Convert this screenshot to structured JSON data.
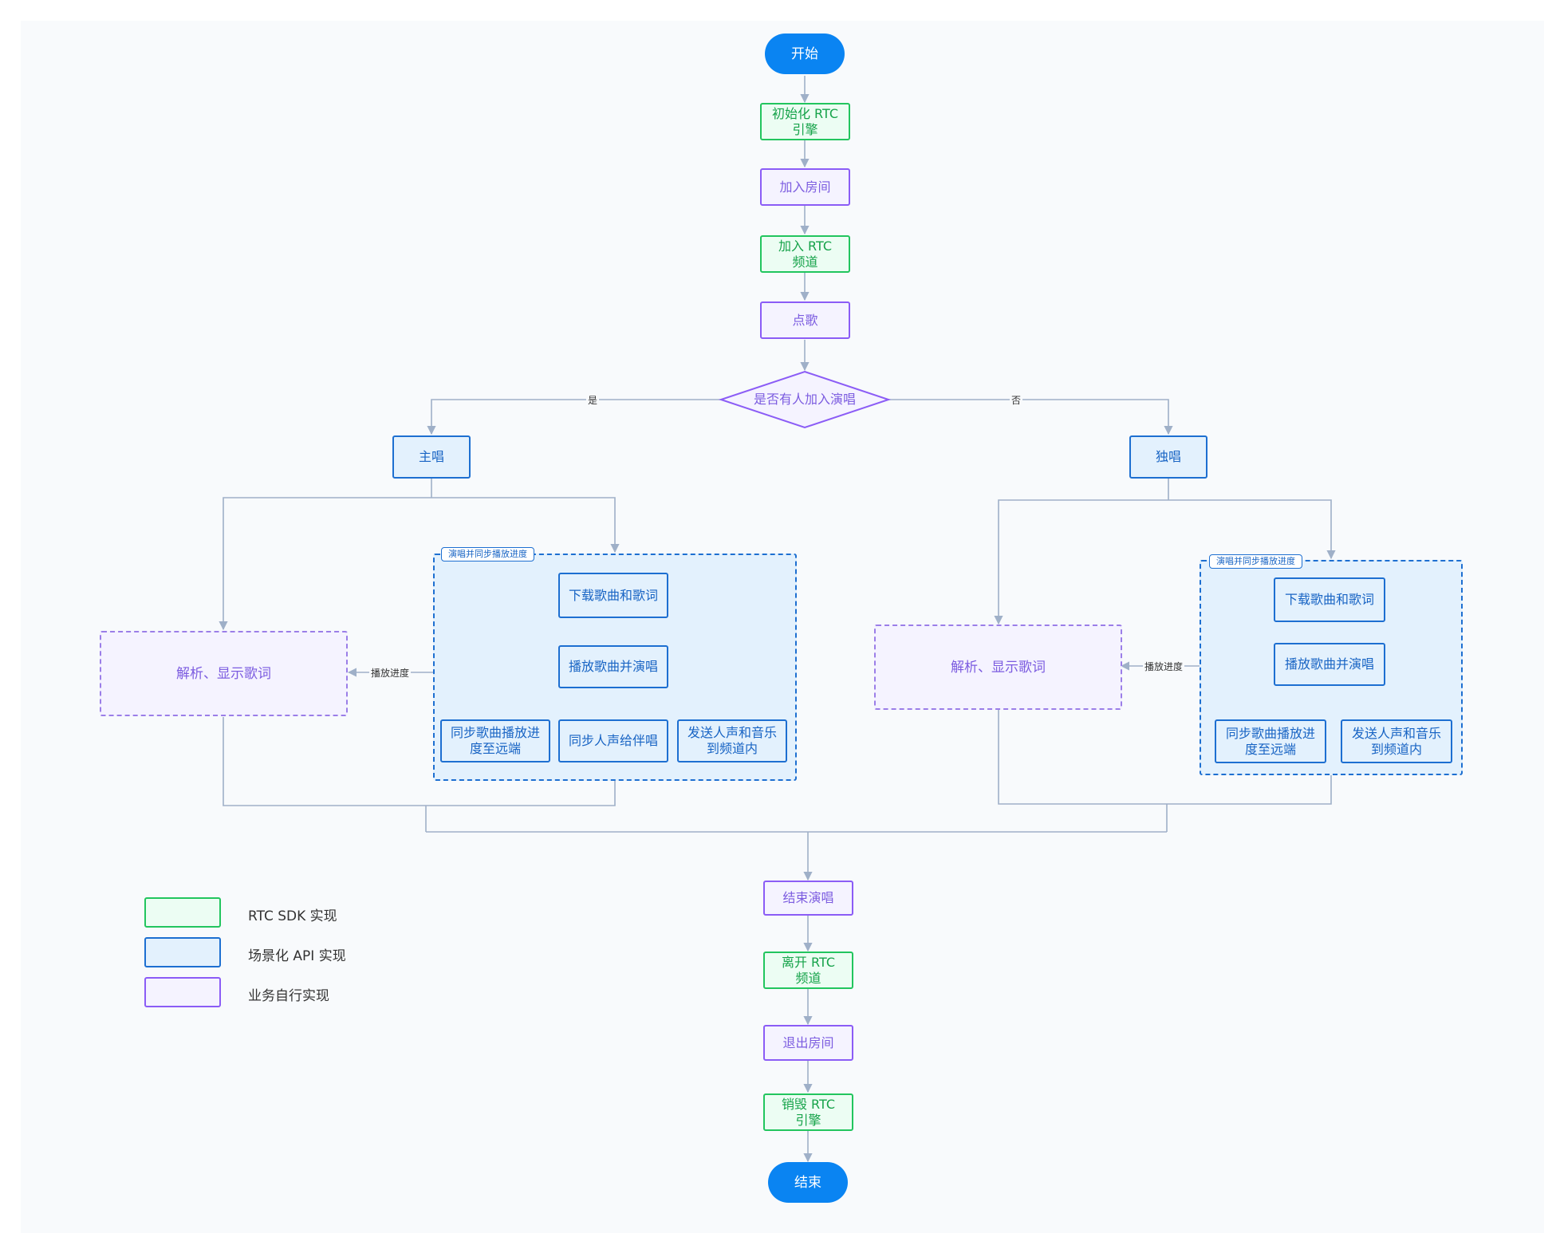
{
  "colors": {
    "rtc_sdk": "#22c55e",
    "scene_api": "#1d6fd1",
    "business": "#8b5cf6",
    "terminal": "#0a84f2",
    "edge": "#9fb0c8"
  },
  "nodes": {
    "start": "开始",
    "init_rtc": "初始化 RTC\n引擎",
    "join_room": "加入房间",
    "join_rtc_channel": "加入 RTC\n频道",
    "order_song": "点歌",
    "decision": "是否有人加入演唱",
    "lead_singer": "主唱",
    "solo": "独唱",
    "end_singing": "结束演唱",
    "leave_rtc_channel": "离开 RTC\n频道",
    "exit_room": "退出房间",
    "destroy_rtc": "销毁 RTC\n引擎",
    "end": "结束"
  },
  "edge_labels": {
    "yes": "是",
    "no": "否",
    "progress_left": "播放进度",
    "progress_right": "播放进度"
  },
  "left_branch": {
    "lyrics": "解析、显示歌词",
    "group_title": "演唱并同步播放进度",
    "download": "下载歌曲和歌词",
    "play": "播放歌曲并演唱",
    "sync_progress": "同步歌曲播放进\n度至远端",
    "sync_voice": "同步人声给伴唱",
    "send_audio": "发送人声和音乐\n到频道内"
  },
  "right_branch": {
    "lyrics": "解析、显示歌词",
    "group_title": "演唱并同步播放进度",
    "download": "下载歌曲和歌词",
    "play": "播放歌曲并演唱",
    "sync_progress": "同步歌曲播放进\n度至远端",
    "send_audio": "发送人声和音乐\n到频道内"
  },
  "legend": [
    {
      "label": "RTC SDK 实现",
      "color": "#22c55e"
    },
    {
      "label": "场景化 API 实现",
      "color": "#1d6fd1"
    },
    {
      "label": "业务自行实现",
      "color": "#8b5cf6"
    }
  ]
}
